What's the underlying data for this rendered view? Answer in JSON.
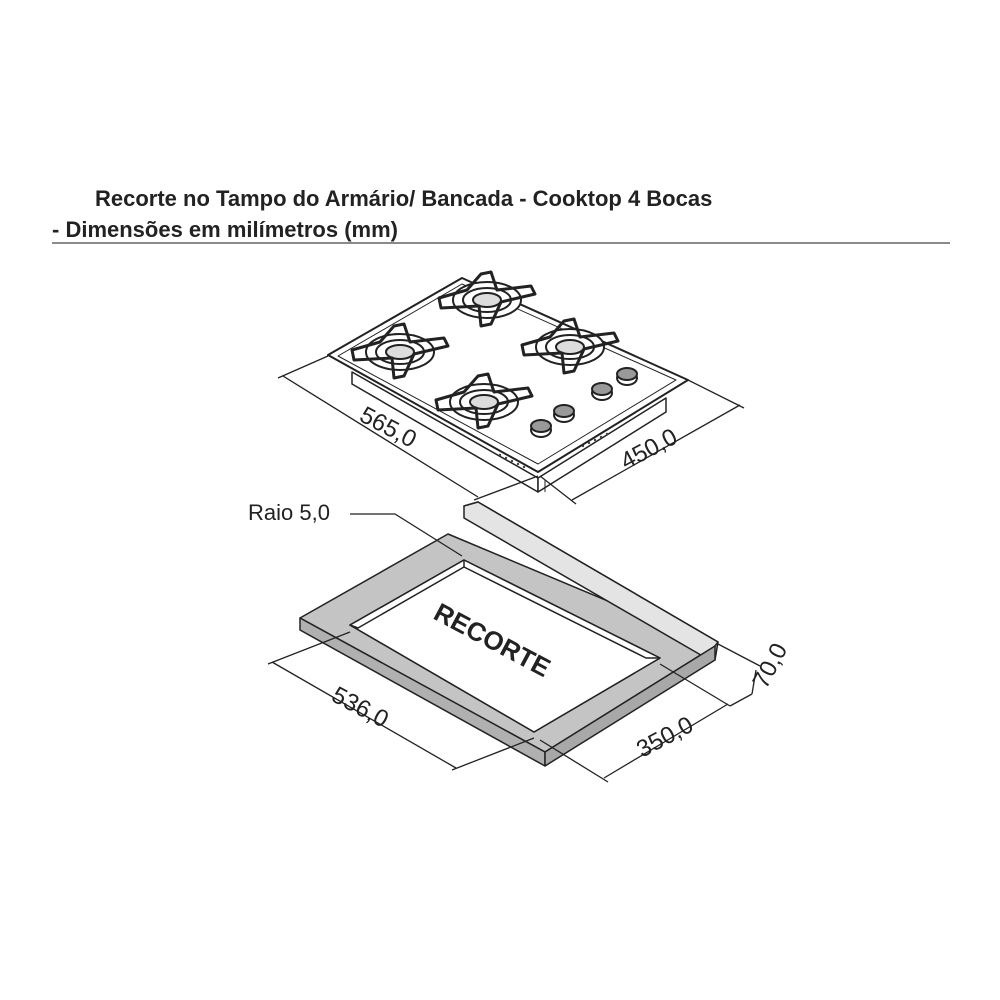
{
  "header": {
    "title_line1": "Recorte no Tampo do Armário/ Bancada - Cooktop 4 Bocas",
    "title_line2": "- Dimensões em milímetros (mm)"
  },
  "cooktop": {
    "width_label": "565,0",
    "depth_label": "450,0",
    "burner_count": 4,
    "knob_count": 4
  },
  "cutout": {
    "label": "RECORTE",
    "radius_label": "Raio 5,0",
    "width_label": "536,0",
    "depth_label": "350,0",
    "margin_label": "70,0"
  },
  "colors": {
    "countertop_fill": "#c4c4c4",
    "line": "#222222",
    "rule": "#8a8a8a"
  }
}
